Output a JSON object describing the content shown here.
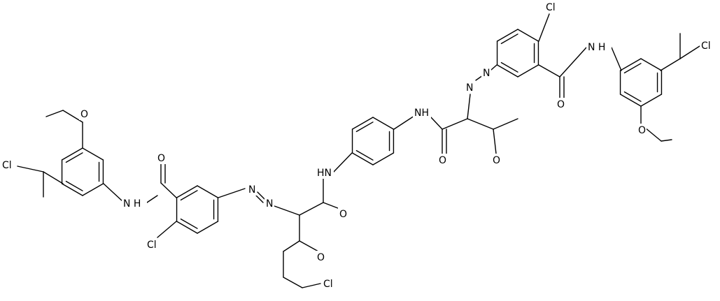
{
  "molecule": {
    "atom_labels": {
      "cl_ethyl_left": "Cl",
      "ome_o_left": "O",
      "nh_amide_left": "N H",
      "o_amide_left": "O",
      "cl_ring_left": "Cl",
      "n_azo_left_1": "N",
      "n_azo_left_2": "N",
      "o_keto_left": "O",
      "cl_chain": "Cl",
      "nh_central_left": "HN",
      "o_central_left": "O",
      "nh_central_right": "NH",
      "o_central_right": "O",
      "o_keto_right": "O",
      "n_azo_right_1": "N",
      "n_azo_right_2": "N",
      "cl_ring_right": "Cl",
      "o_amide_right": "O",
      "nh_amide_right": "N H",
      "cl_ethyl_right": "Cl",
      "ome_o_right": "O"
    }
  }
}
